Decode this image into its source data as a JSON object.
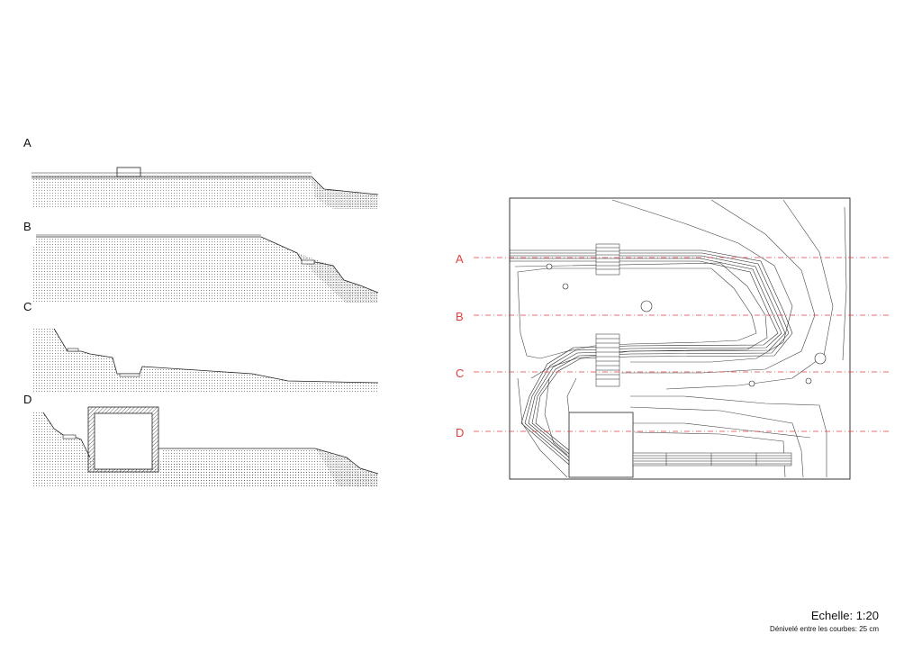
{
  "sections": [
    {
      "label": "A"
    },
    {
      "label": "B"
    },
    {
      "label": "C"
    },
    {
      "label": "D"
    }
  ],
  "plan": {
    "section_lines": [
      "A",
      "B",
      "C",
      "D"
    ],
    "section_line_color": "#e04040"
  },
  "footer": {
    "scale": "Echelle: 1:20",
    "contour_interval": "Dénivelé entre les courbes: 25 cm"
  }
}
